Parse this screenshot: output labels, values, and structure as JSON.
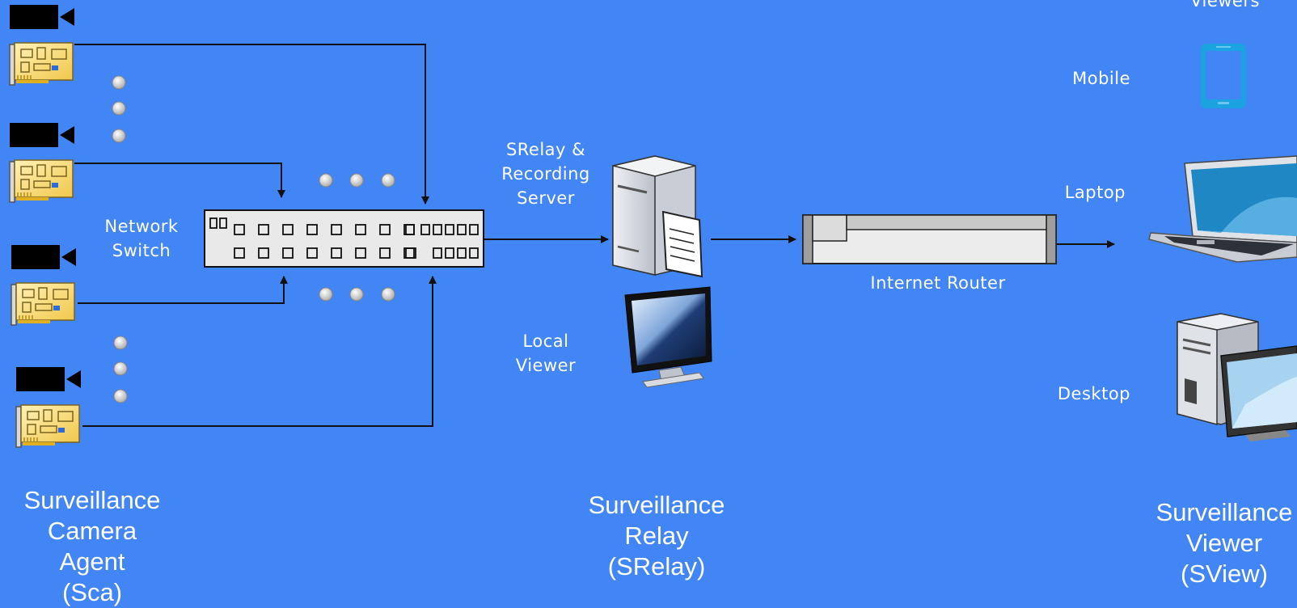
{
  "colors": {
    "background": "#4285f4",
    "text": "#ffffff",
    "line": "#111111"
  },
  "labels": {
    "viewers": "Viewers",
    "mobile": "Mobile",
    "laptop": "Laptop",
    "desktop": "Desktop",
    "network_switch": [
      "Network",
      "Switch"
    ],
    "srelay_server": [
      "SRelay &",
      "Recording",
      "Server"
    ],
    "local_viewer": [
      "Local",
      "Viewer"
    ],
    "internet_router": "Internet Router"
  },
  "sections": {
    "sca": [
      "Surveillance",
      "Camera",
      "Agent",
      "(Sca)"
    ],
    "srelay": [
      "Surveillance",
      "Relay",
      "(SRelay)"
    ],
    "sview": [
      "Surveillance",
      "Viewer",
      "(SView)"
    ]
  },
  "icons": {
    "camera": "video-camera-icon",
    "capture_card": "capture-card-icon",
    "switch": "network-switch-icon",
    "server": "server-icon",
    "monitor": "monitor-icon",
    "router": "router-icon",
    "mobile": "tablet-icon",
    "laptop": "laptop-icon",
    "desktop": "desktop-computer-icon",
    "ellipsis": "ellipsis-dots-icon"
  }
}
